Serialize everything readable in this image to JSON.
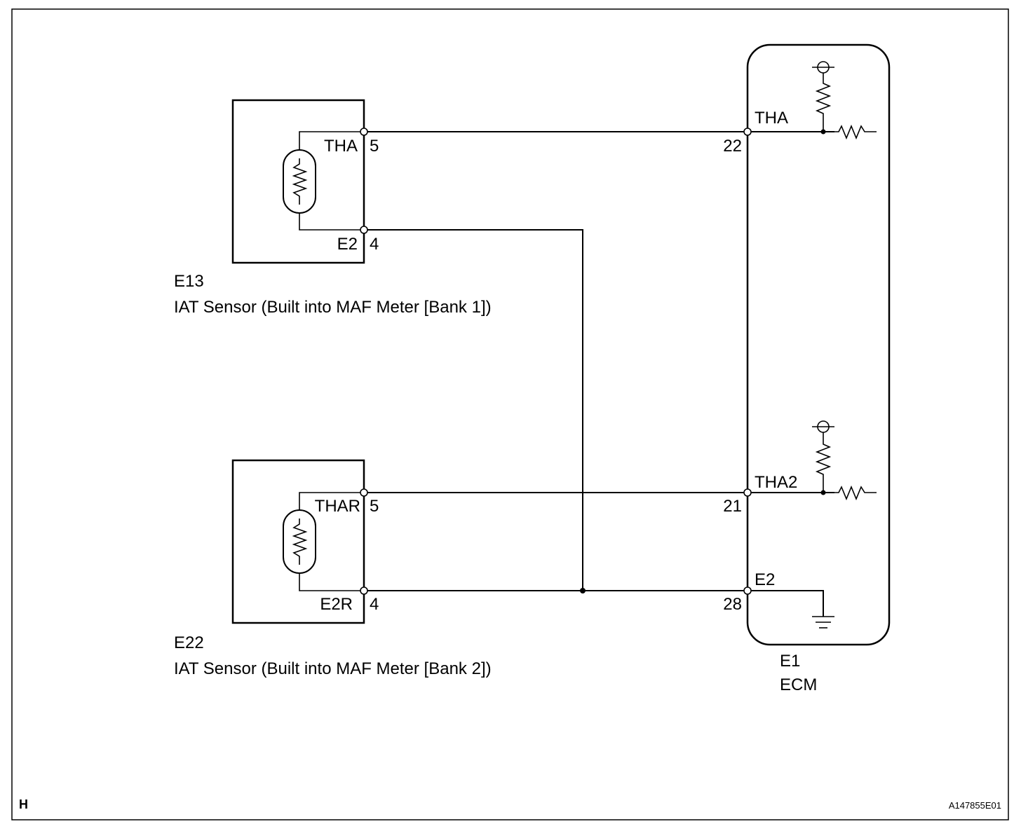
{
  "corner_left": "H",
  "corner_right": "A147855E01",
  "sensor1": {
    "code": "E13",
    "name": "IAT Sensor (Built into MAF Meter [Bank 1])",
    "signal_pin_name": "THA",
    "signal_pin_no": "5",
    "ground_pin_name": "E2",
    "ground_pin_no": "4"
  },
  "sensor2": {
    "code": "E22",
    "name": "IAT Sensor (Built into MAF Meter [Bank 2])",
    "signal_pin_name": "THAR",
    "signal_pin_no": "5",
    "ground_pin_name": "E2R",
    "ground_pin_no": "4"
  },
  "ecm": {
    "code": "E1",
    "name": "ECM",
    "pin_tha_name": "THA",
    "pin_tha_no": "22",
    "pin_tha2_name": "THA2",
    "pin_tha2_no": "21",
    "pin_e2_name": "E2",
    "pin_e2_no": "28"
  }
}
